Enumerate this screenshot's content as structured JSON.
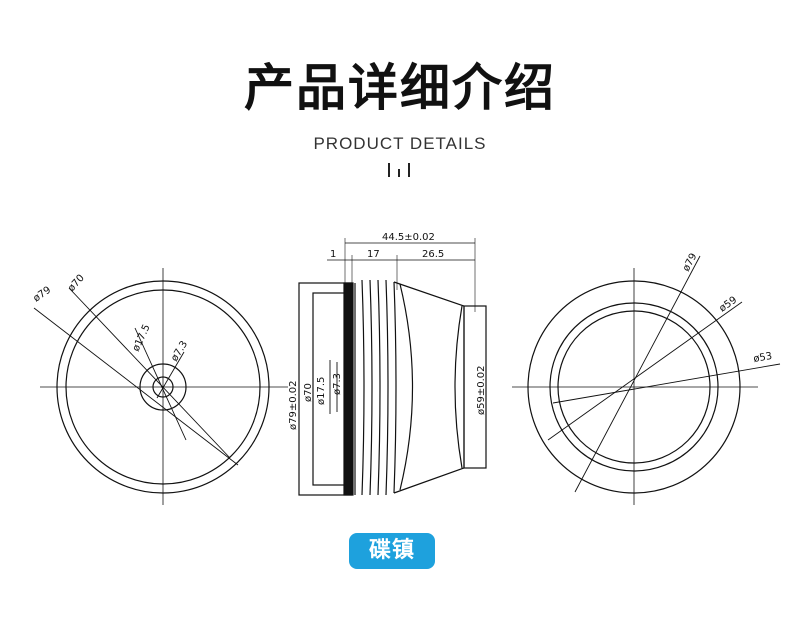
{
  "header": {
    "title": "产品详细介绍",
    "subtitle": "PRODUCT DETAILS"
  },
  "badge": {
    "label": "碟镇",
    "color": "#1ea1dd"
  },
  "front_view": {
    "labels": {
      "d79": "ø79",
      "d70": "ø70",
      "d17_5": "ø17.5",
      "d7_3": "ø7.3"
    }
  },
  "side_view": {
    "labels": {
      "total_length": "44.5±0.02",
      "seg1": "1",
      "seg2": "17",
      "seg3": "26.5",
      "d79_tol": "ø79±0.02",
      "d70": "ø70",
      "d17_5": "ø17.5",
      "d7_3": "ø7.3",
      "d59_tol": "ø59±0.02"
    }
  },
  "back_view": {
    "labels": {
      "d79": "ø79",
      "d59": "ø59",
      "d53": "ø53"
    }
  }
}
